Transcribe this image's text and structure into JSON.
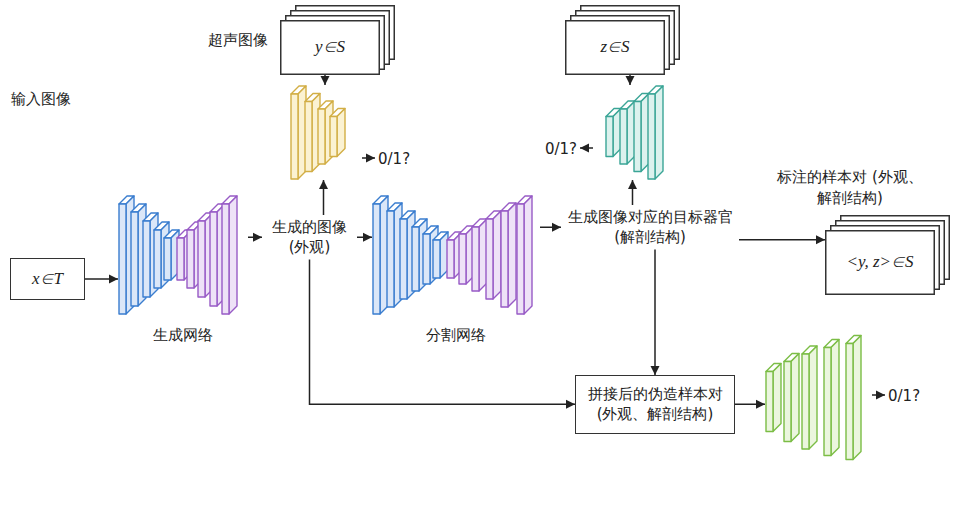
{
  "diagram": {
    "nodes": [
      {
        "text": [
          "超声图像",
          "y∈S"
        ]
      },
      {
        "text": [
          "z∈S"
        ]
      },
      {
        "text": [
          "0/1?"
        ]
      },
      {
        "text": [
          "0/1?"
        ]
      },
      {
        "text": [
          "标注的样本对 (外观、解剖结构)",
          "<y, z>∈S"
        ]
      },
      {
        "text": [
          "输入图像",
          "x∈T"
        ]
      },
      {
        "text": [
          "生成网络"
        ]
      },
      {
        "text": [
          "生成的图像 (外观)"
        ]
      },
      {
        "text": [
          "分割网络"
        ]
      },
      {
        "text": [
          "生成图像对应的目标器官 (解剖结构)"
        ]
      },
      {
        "text": [
          "拼接后的伪造样本对 (外观、解剖结构)"
        ]
      },
      {
        "text": [
          "0/1?"
        ]
      }
    ],
    "edges": [
      {
        "from": 0,
        "to": 2,
        "arrow": "to"
      },
      {
        "from": 7,
        "to": 2,
        "arrow": "to"
      },
      {
        "from": 1,
        "to": 3,
        "arrow": "to"
      },
      {
        "from": 9,
        "to": 3,
        "arrow": "to"
      },
      {
        "from": 5,
        "to": 6,
        "arrow": "to"
      },
      {
        "from": 6,
        "to": 7,
        "arrow": "to"
      },
      {
        "from": 7,
        "to": 8,
        "arrow": "to"
      },
      {
        "from": 8,
        "to": 9,
        "arrow": "to"
      },
      {
        "from": 9,
        "to": 4,
        "arrow": "to"
      },
      {
        "from": 9,
        "to": 10,
        "arrow": "to"
      },
      {
        "from": 7,
        "to": 10,
        "arrow": "to"
      },
      {
        "from": 10,
        "to": 11,
        "arrow": "to"
      }
    ]
  }
}
